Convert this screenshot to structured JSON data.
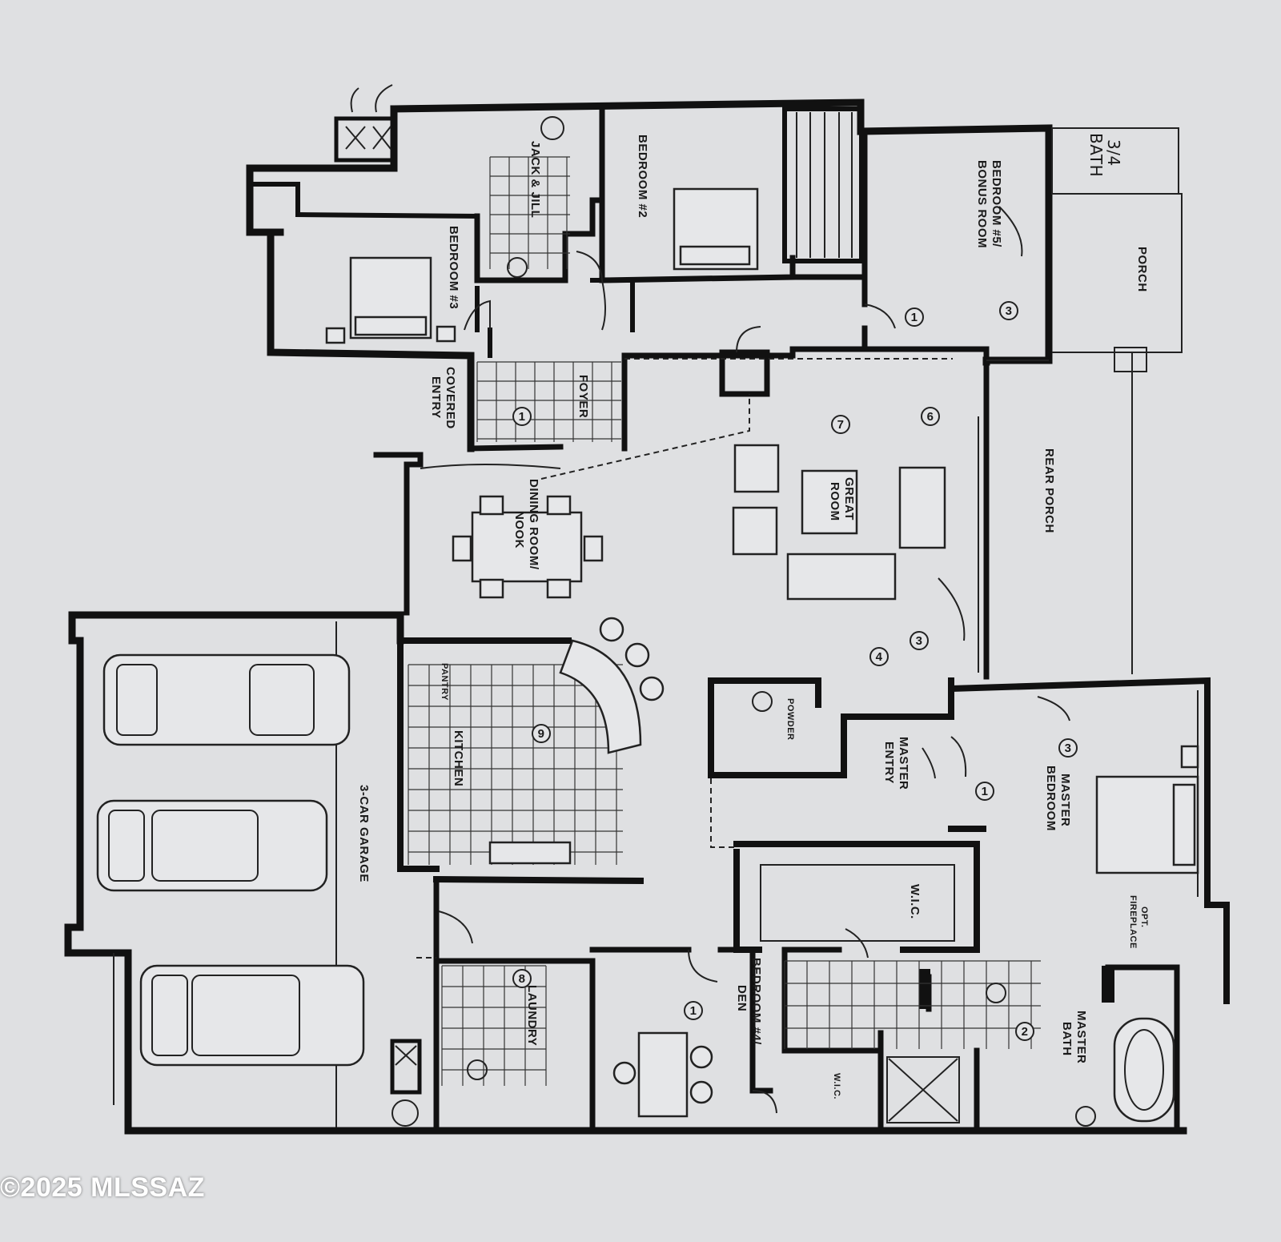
{
  "rooms": {
    "bedroom_2": "BEDROOM #2",
    "bedroom_3": "BEDROOM #3",
    "bedroom_5": "BEDROOM #5/",
    "bonus_room": "BONUS ROOM",
    "jack_jill": "JACK & JILL",
    "three_quarter_bath_1": "3/4",
    "three_quarter_bath_2": "BATH",
    "porch": "PORCH",
    "foyer": "FOYER",
    "covered_entry_1": "COVERED",
    "covered_entry_2": "ENTRY",
    "dining_1": "DINING ROOM/",
    "dining_2": "NOOK",
    "great_room_1": "GREAT",
    "great_room_2": "ROOM",
    "rear_porch": "REAR PORCH",
    "kitchen": "KITCHEN",
    "pantry": "PANTRY",
    "three_car_garage": "3-CAR GARAGE",
    "powder": "POWDER",
    "master_entry_1": "MASTER",
    "master_entry_2": "ENTRY",
    "master_bedroom_1": "MASTER",
    "master_bedroom_2": "BEDROOM",
    "wic_master": "W.I.C.",
    "wic_small": "W.I.C.",
    "laundry": "LAUNDRY",
    "bedroom_4_1": "BEDROOM #4/",
    "bedroom_4_2": "DEN",
    "master_bath_1": "MASTER",
    "master_bath_2": "BATH",
    "opt_fireplace_1": "OPT.",
    "opt_fireplace_2": "FIREPLACE"
  },
  "markers": [
    "1",
    "1",
    "1",
    "1",
    "2",
    "3",
    "3",
    "3",
    "4",
    "6",
    "7",
    "8",
    "9"
  ],
  "watermark": "©2025 MLSSAZ"
}
